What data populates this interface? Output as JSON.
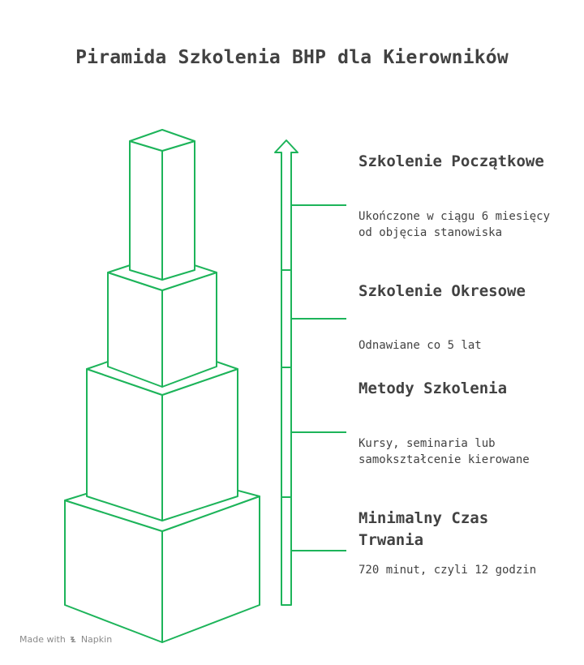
{
  "title": "Piramida Szkolenia BHP dla Kierowników",
  "colors": {
    "stroke": "#1db45a",
    "text": "#424242",
    "muted": "#8a8a8a"
  },
  "levels": [
    {
      "label": "Szkolenie Początkowe",
      "description": "Ukończone w ciągu 6 miesięcy od objęcia stanowiska"
    },
    {
      "label": "Szkolenie Okresowe",
      "description": "Odnawiane co 5 lat"
    },
    {
      "label": "Metody Szkolenia",
      "description": "Kursy, seminaria lub samokształcenie kierowane"
    },
    {
      "label": "Minimalny Czas Trwania",
      "description": "720 minut, czyli 12 godzin"
    }
  ],
  "footer": {
    "made_with": "Made with",
    "brand": "Napkin",
    "brand_icon": "napkin-logo-icon"
  }
}
